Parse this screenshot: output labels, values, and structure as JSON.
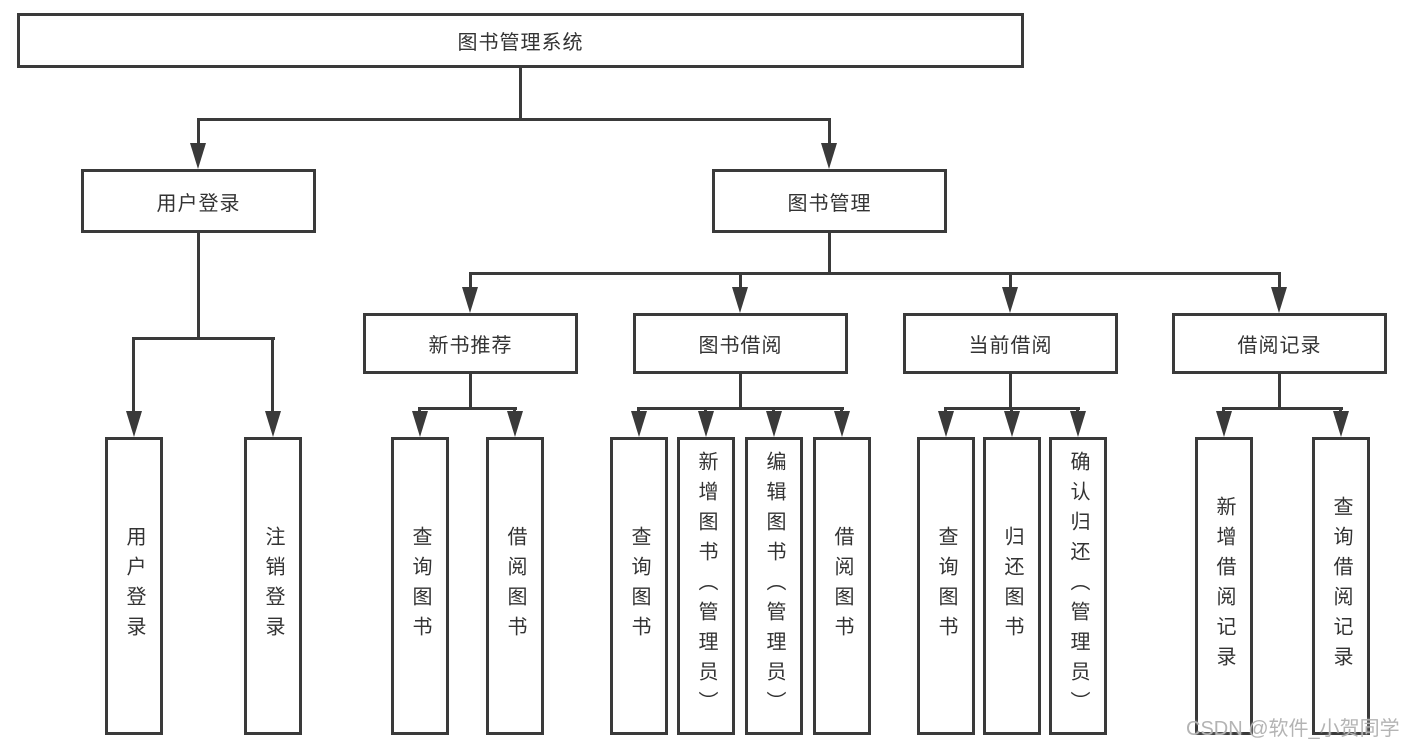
{
  "tree": {
    "label": "图书管理系统",
    "children": [
      {
        "label": "用户登录",
        "children": [
          {
            "label": "用户登录"
          },
          {
            "label": "注销登录"
          }
        ]
      },
      {
        "label": "图书管理",
        "children": [
          {
            "label": "新书推荐",
            "children": [
              {
                "label": "查询图书"
              },
              {
                "label": "借阅图书"
              }
            ]
          },
          {
            "label": "图书借阅",
            "children": [
              {
                "label": "查询图书"
              },
              {
                "label": "新增图书（管理员）"
              },
              {
                "label": "编辑图书（管理员）"
              },
              {
                "label": "借阅图书"
              }
            ]
          },
          {
            "label": "当前借阅",
            "children": [
              {
                "label": "查询图书"
              },
              {
                "label": "归还图书"
              },
              {
                "label": "确认归还（管理员）"
              }
            ]
          },
          {
            "label": "借阅记录",
            "children": [
              {
                "label": "新增借阅记录"
              },
              {
                "label": "查询借阅记录"
              }
            ]
          }
        ]
      }
    ]
  },
  "watermark": {
    "text": "CSDN @软件_小贺同学"
  },
  "colors": {
    "line": "#3a3a3a",
    "text": "#333333",
    "background": "#ffffff",
    "watermark": "#b4b4b4"
  }
}
